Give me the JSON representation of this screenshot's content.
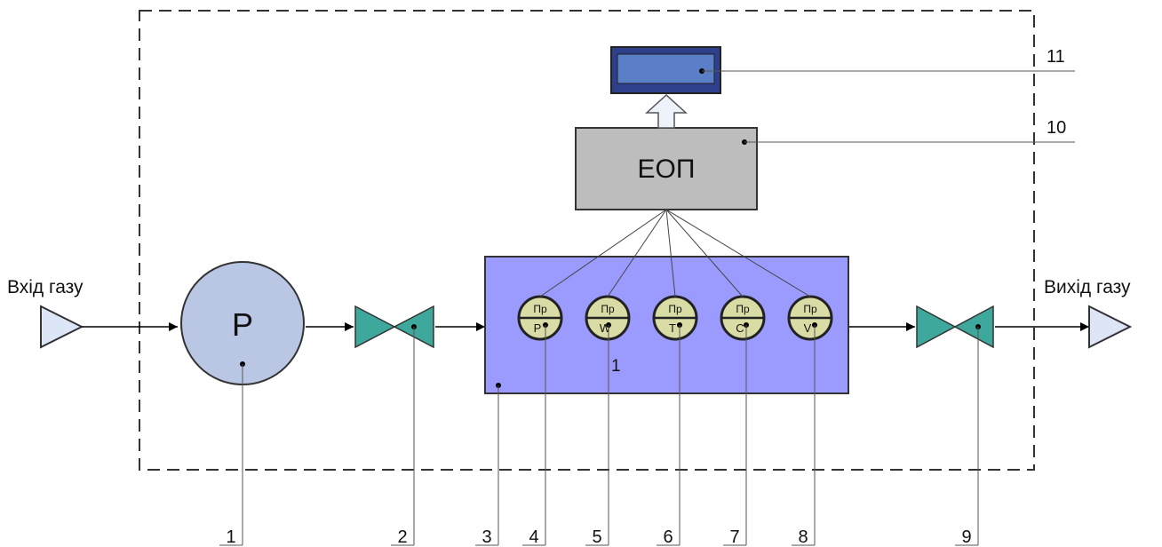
{
  "labels": {
    "gas_in": "Вхід газу",
    "gas_out": "Вихід газу",
    "regulator": "P",
    "processor": "ЕОП",
    "chamber_number": "1"
  },
  "sensors": [
    {
      "top": "Пр",
      "bottom": "P"
    },
    {
      "top": "Пр",
      "bottom": "W"
    },
    {
      "top": "Пр",
      "bottom": "T"
    },
    {
      "top": "Пр",
      "bottom": "C"
    },
    {
      "top": "Пр",
      "bottom": "V"
    }
  ],
  "callouts": [
    "1",
    "2",
    "3",
    "4",
    "5",
    "6",
    "7",
    "8",
    "9",
    "10",
    "11"
  ],
  "colors": {
    "regulator_fill": "#b9c6e4",
    "valve_fill": "#3fa89c",
    "chamber_fill": "#9b9bff",
    "sensor_fill": "#d9dca4",
    "processor_fill": "#bdbdbd",
    "display_fill": "#5b7fc6",
    "inlet_fill": "#dde6f7"
  }
}
